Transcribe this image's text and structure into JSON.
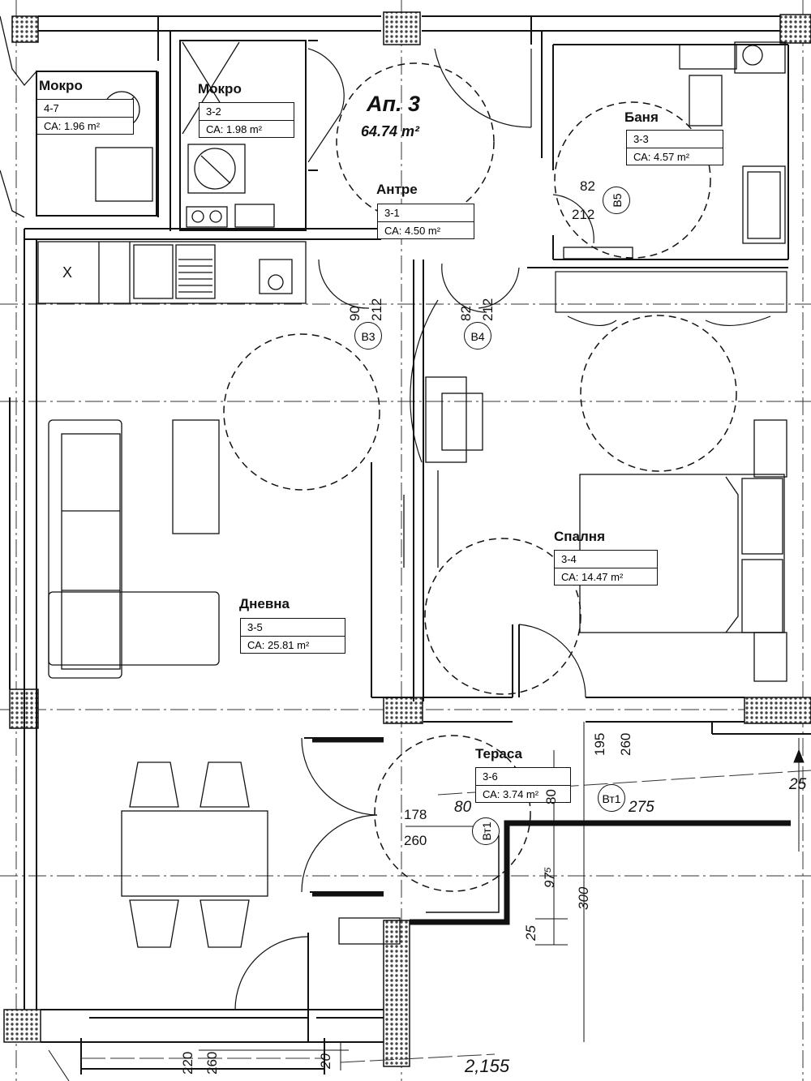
{
  "apartment": {
    "title": "Ап. 3",
    "area": "64.74 m²"
  },
  "rooms": {
    "wet1": {
      "name": "Мокро",
      "number": "4-7",
      "area": "СА: 1.96 m²"
    },
    "wet2": {
      "name": "Мокро",
      "number": "3-2",
      "area": "СА: 1.98 m²"
    },
    "bath": {
      "name": "Баня",
      "number": "3-3",
      "area": "СА: 4.57 m²"
    },
    "hall": {
      "name": "Антре",
      "number": "3-1",
      "area": "СА: 4.50 m²"
    },
    "bedroom": {
      "name": "Спалня",
      "number": "3-4",
      "area": "СА: 14.47 m²"
    },
    "living": {
      "name": "Дневна",
      "number": "3-5",
      "area": "СА: 25.81 m²"
    },
    "terrace": {
      "name": "Тераса",
      "number": "3-6",
      "area": "СА: 3.74 m²"
    }
  },
  "door_marks": {
    "b3": "B3",
    "b4": "B4",
    "b5": "B5",
    "bt1a": "Вт1",
    "bt1b": "Вт1"
  },
  "dimensions": {
    "b3_width": "90",
    "b3_height": "212",
    "b4_width": "82",
    "b4_height": "212",
    "b5_width": "82",
    "b5_height": "212",
    "bt1_width": "80",
    "bt1_height": "260",
    "bt1_sill": "178",
    "terrace_195": "195",
    "terrace_260": "260",
    "terrace_80": "80",
    "terrace_275": "275",
    "terrace_97": "97⁵",
    "terrace_25": "25",
    "terrace_300": "300",
    "terrace_edge": "25",
    "win_220": "220",
    "win_260": "260",
    "win_20": "20",
    "bottom_total": "2,155"
  },
  "kitchen_label": "X",
  "colors": {
    "line": "#111111",
    "hatch": "#555555",
    "background": "#ffffff"
  }
}
